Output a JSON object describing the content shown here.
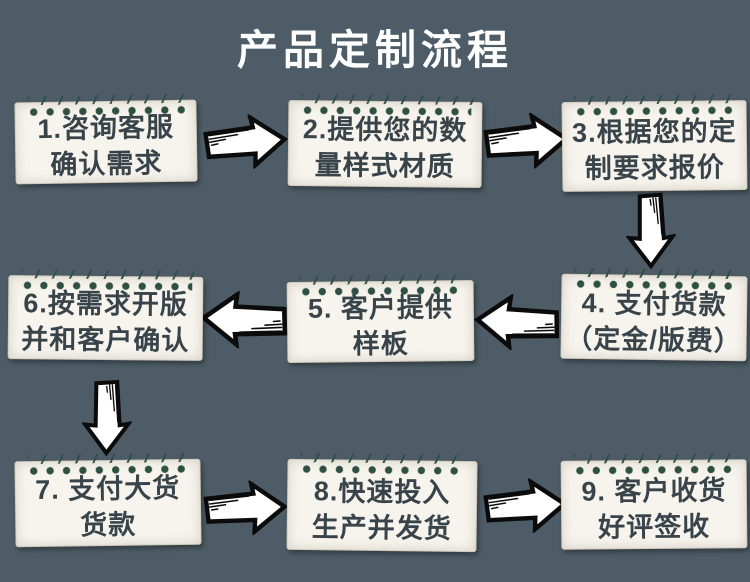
{
  "title": "产品定制流程",
  "colors": {
    "background": "#4d5c66",
    "paper": "#f7f4ee",
    "paper_edge": "#cfc9bc",
    "text": "#39444a",
    "binding_dot": "#2f4f45",
    "arrow_fill": "#ffffff",
    "arrow_outline": "#0b0b0b",
    "title_color": "#ffffff"
  },
  "steps": [
    {
      "id": 1,
      "label": "1.咨询客服\n确认需求"
    },
    {
      "id": 2,
      "label": "2.提供您的数\n量样式材质"
    },
    {
      "id": 3,
      "label": "3.根据您的定\n制要求报价"
    },
    {
      "id": 4,
      "label": "4. 支付货款\n（定金/版费）"
    },
    {
      "id": 5,
      "label": "5. 客户提供\n样板"
    },
    {
      "id": 6,
      "label": "6.按需求开版\n并和客户确认"
    },
    {
      "id": 7,
      "label": "7. 支付大货\n货款"
    },
    {
      "id": 8,
      "label": "8.快速投入\n生产并发货"
    },
    {
      "id": 9,
      "label": "9. 客户收货\n好评签收"
    }
  ],
  "arrows": [
    {
      "from": 1,
      "to": 2,
      "direction": "right"
    },
    {
      "from": 2,
      "to": 3,
      "direction": "right"
    },
    {
      "from": 3,
      "to": 4,
      "direction": "down"
    },
    {
      "from": 4,
      "to": 5,
      "direction": "left"
    },
    {
      "from": 5,
      "to": 6,
      "direction": "left"
    },
    {
      "from": 6,
      "to": 7,
      "direction": "down"
    },
    {
      "from": 7,
      "to": 8,
      "direction": "right"
    },
    {
      "from": 8,
      "to": 9,
      "direction": "right"
    }
  ]
}
